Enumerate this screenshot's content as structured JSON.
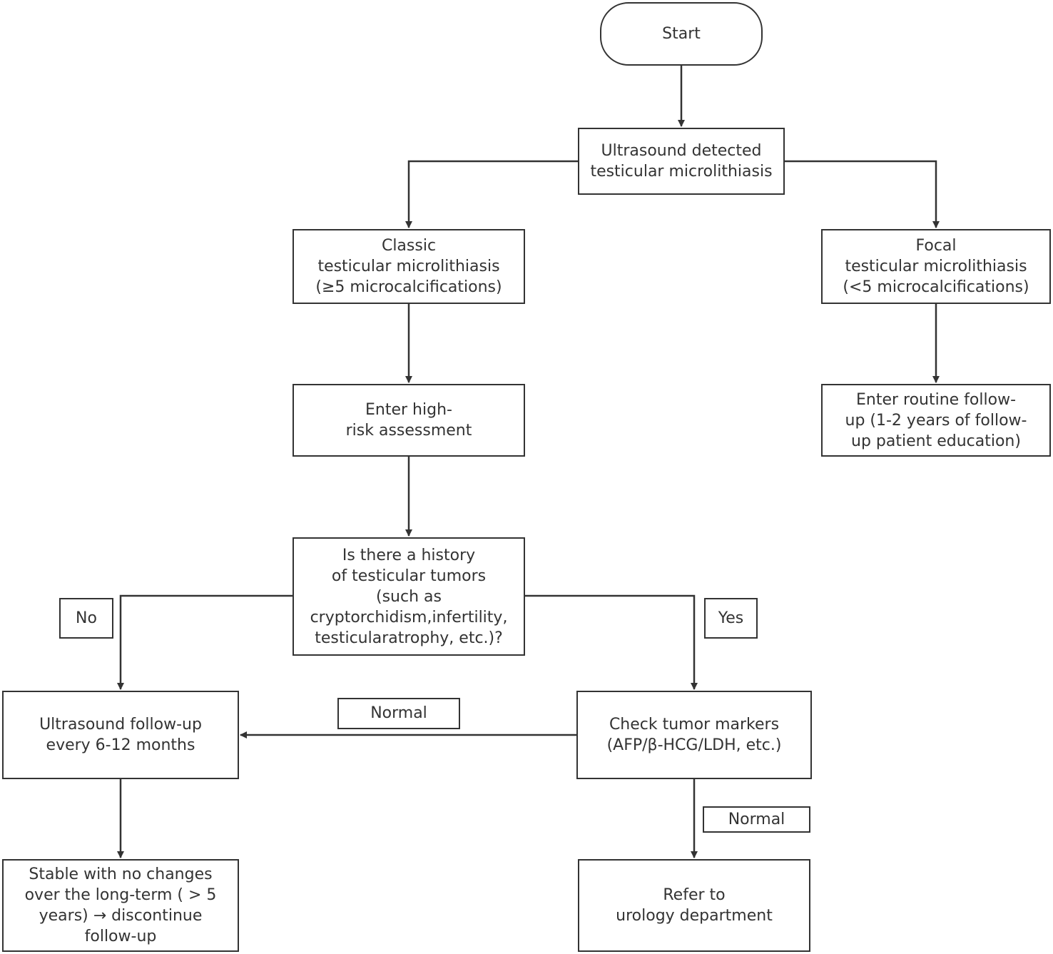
{
  "flowchart": {
    "start": "Start",
    "detected": "Ultrasound detected\ntesticular microlithiasis",
    "classic": "Classic\ntesticular microlithiasis\n(≥5 microcalcifications)",
    "focal": "Focal\ntesticular microlithiasis\n(<5 microcalcifications)",
    "high_risk": "Enter high-\nrisk assessment",
    "routine": "Enter routine follow-\nup (1-2 years of follow-\nup patient education)",
    "history_question": "Is there a history\nof testicular tumors\n(such as\ncryptorchidism,infertility,\ntesticularatrophy, etc.)?",
    "ultrasound_followup": "Ultrasound follow-up\nevery 6-12 months",
    "tumor_markers": "Check tumor markers\n(AFP/β-HCG/LDH, etc.)",
    "stable": "Stable with no changes\nover the long-term ( > 5\nyears) → discontinue\nfollow-up",
    "refer": "Refer to\nurology department"
  },
  "edge_labels": {
    "no": "No",
    "yes": "Yes",
    "normal_left": "Normal",
    "normal_down": "Normal"
  }
}
